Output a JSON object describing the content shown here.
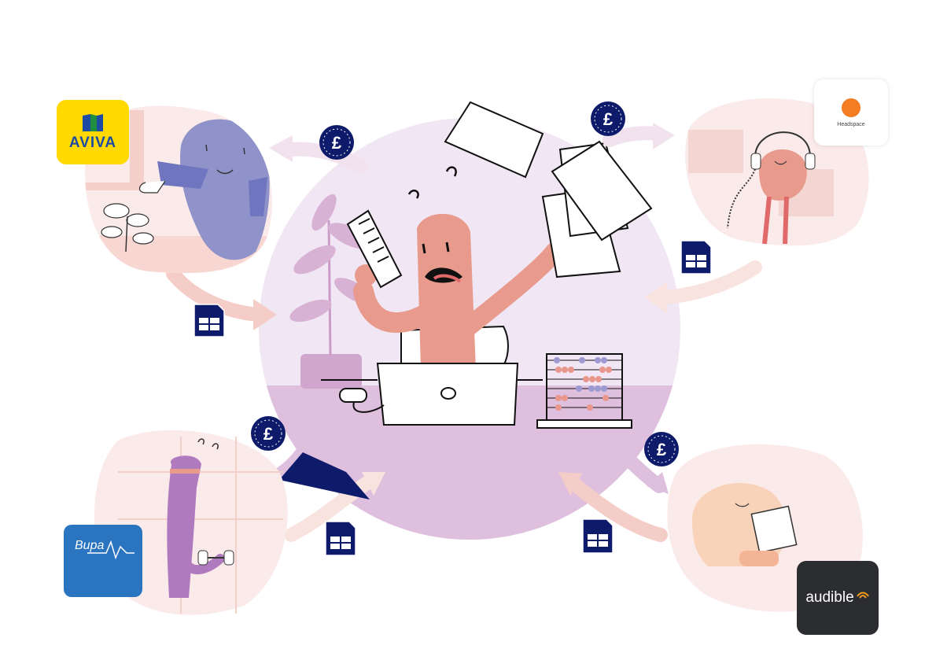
{
  "logos": {
    "aviva": "AVIVA",
    "headspace": "Headspace",
    "bupa": "Bupa",
    "audible": "audible"
  },
  "coins": {
    "symbol": "£"
  },
  "icons": [
    "pound-coin-icon",
    "spreadsheet-icon"
  ],
  "colors": {
    "center_circle": "#f1e6f3",
    "center_lower": "#dfbfde",
    "navy": "#0e1a6a",
    "figure_skin": "#e89b8d",
    "arrow_light": "#f1e2ee",
    "arrow_pink": "#f5cdc8"
  }
}
